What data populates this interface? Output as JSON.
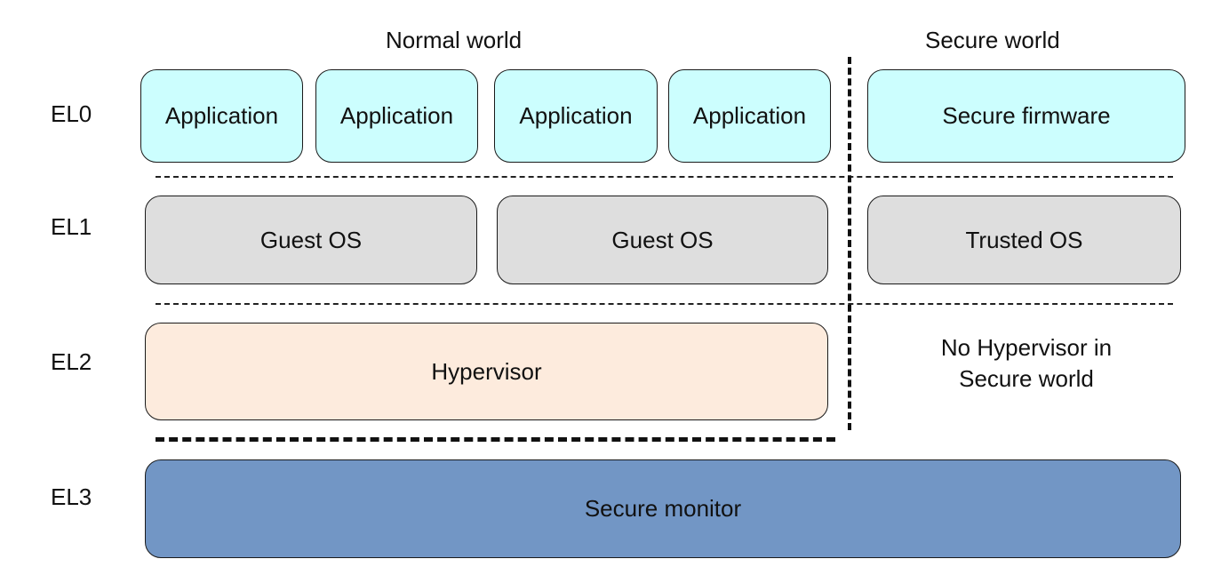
{
  "headers": {
    "normal_world": "Normal world",
    "secure_world": "Secure world"
  },
  "levels": [
    "EL0",
    "EL1",
    "EL2",
    "EL3"
  ],
  "el0": {
    "normal": [
      "Application",
      "Application",
      "Application",
      "Application"
    ],
    "secure": "Secure firmware"
  },
  "el1": {
    "normal": [
      "Guest OS",
      "Guest OS"
    ],
    "secure": "Trusted OS"
  },
  "el2": {
    "normal": "Hypervisor",
    "secure_note_line1": "No Hypervisor in",
    "secure_note_line2": "Secure world"
  },
  "el3": {
    "box": "Secure monitor"
  },
  "colors": {
    "application": "#ccfefe",
    "os": "#dedede",
    "hypervisor": "#fdebdd",
    "monitor": "#7296c5"
  }
}
